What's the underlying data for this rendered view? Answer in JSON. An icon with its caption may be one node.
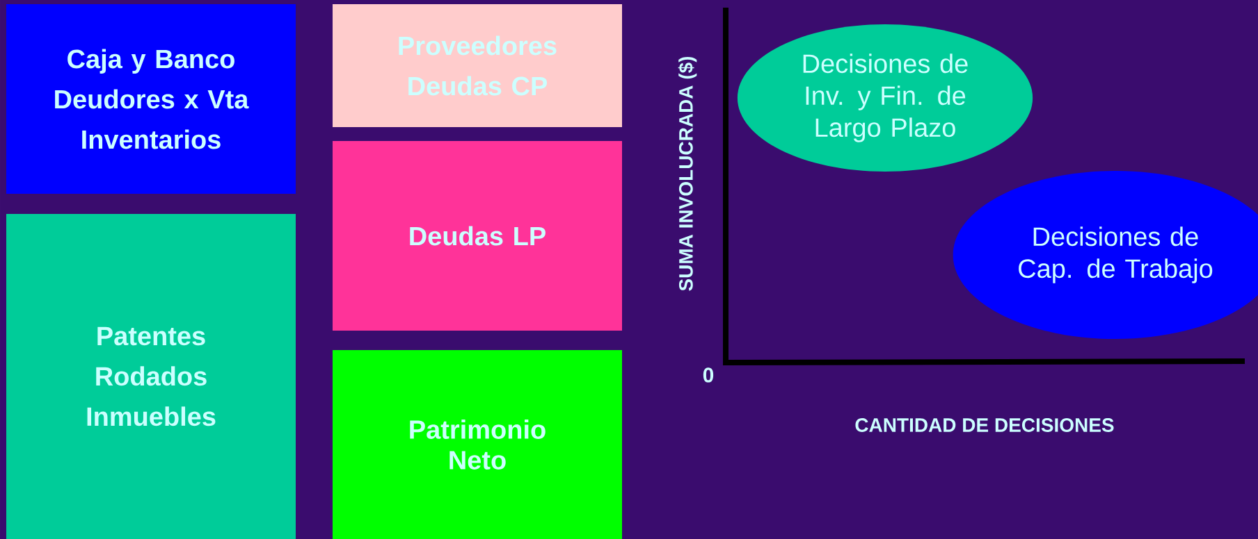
{
  "diagram": {
    "nodes": [
      {
        "text": [
          "Caja y Banco",
          "Deudores x Vta",
          "Inventarios"
        ]
      },
      {
        "text": [
          "Patentes",
          "Rodados",
          "Inmuebles"
        ]
      },
      {
        "text": [
          "Proveedores",
          "Deudas CP"
        ]
      },
      {
        "text": [
          "Deudas LP"
        ]
      },
      {
        "text": [
          "Patrimonio Neto"
        ]
      },
      {
        "text": [
          "Decisiones de Inv. y Fin. de Largo Plazo"
        ]
      },
      {
        "text": [
          "Decisiones de Cap. de Trabajo"
        ]
      }
    ],
    "labels": [
      "SUMA INVOLUCRADA ($)",
      "0",
      "CANTIDAD DE DECISIONES"
    ]
  }
}
